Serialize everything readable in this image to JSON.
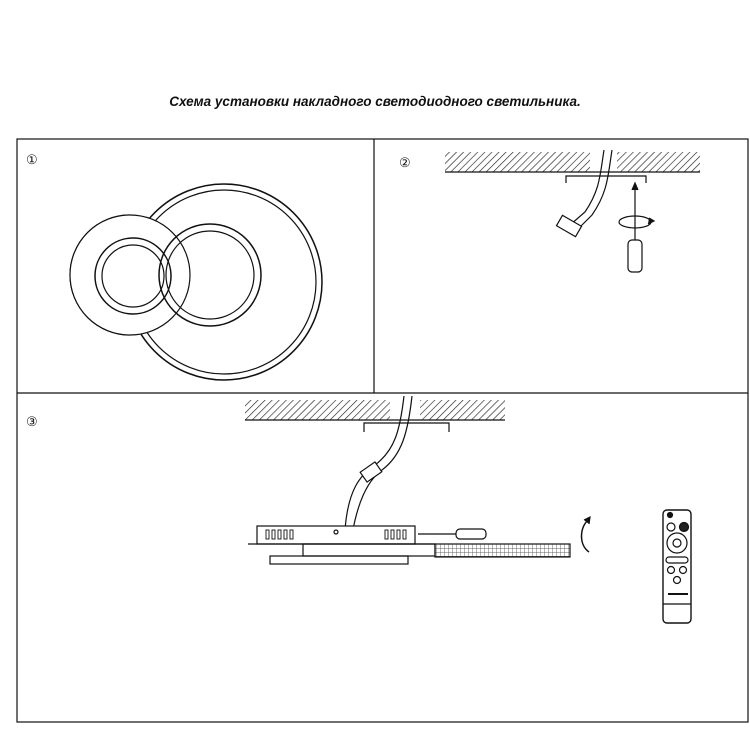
{
  "title": "Схема установки накладного светодиодного светильника.",
  "steps": [
    {
      "label": "①"
    },
    {
      "label": "②"
    },
    {
      "label": "③"
    }
  ],
  "colors": {
    "line": "#111111",
    "background": "#ffffff"
  }
}
